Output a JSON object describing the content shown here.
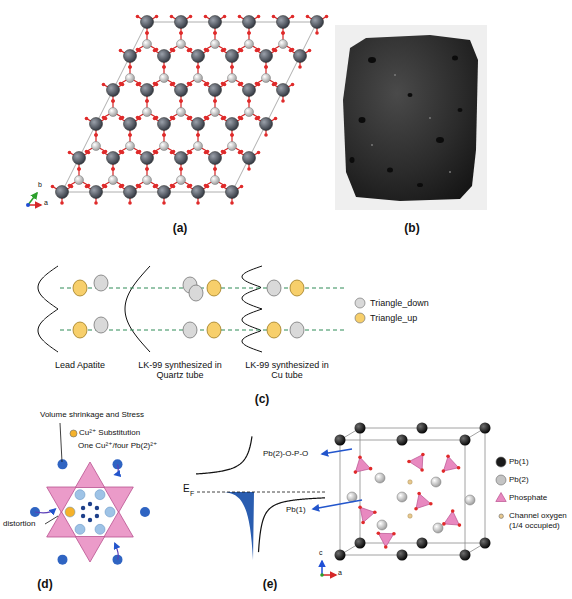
{
  "diagram": {
    "labels": [
      "(a)",
      "(b)",
      "(c)",
      "(d)",
      "(e)",
      "Lead Apatite",
      "LK-99 synthesized in Quartz tube",
      "LK-99 synthesized in Cu tube",
      "Volume shrinkage and Stress",
      "One Cu²⁺/four Pb(2)²⁺",
      "distortion",
      "Pb(2)-O-P-O",
      "E",
      "F",
      "Pb(1)",
      "b",
      "a",
      "c",
      "a"
    ],
    "legend": [
      {
        "text": "Triangle_down",
        "color": "#d9d9d9"
      },
      {
        "text": "Triangle_up",
        "color": "#f7cf6b"
      },
      {
        "text": "Cu²⁺ Substitution",
        "color": "#f5b22b"
      },
      {
        "text": "Pb(1)",
        "color": "#1a1a1a"
      },
      {
        "text": "Pb(2)",
        "color": "#c4c4c4"
      },
      {
        "text": "Phosphate",
        "color": "#e889c0"
      },
      {
        "text": "Channel oxygen (1/4 occupied)",
        "color": "#e8c98f"
      }
    ]
  }
}
